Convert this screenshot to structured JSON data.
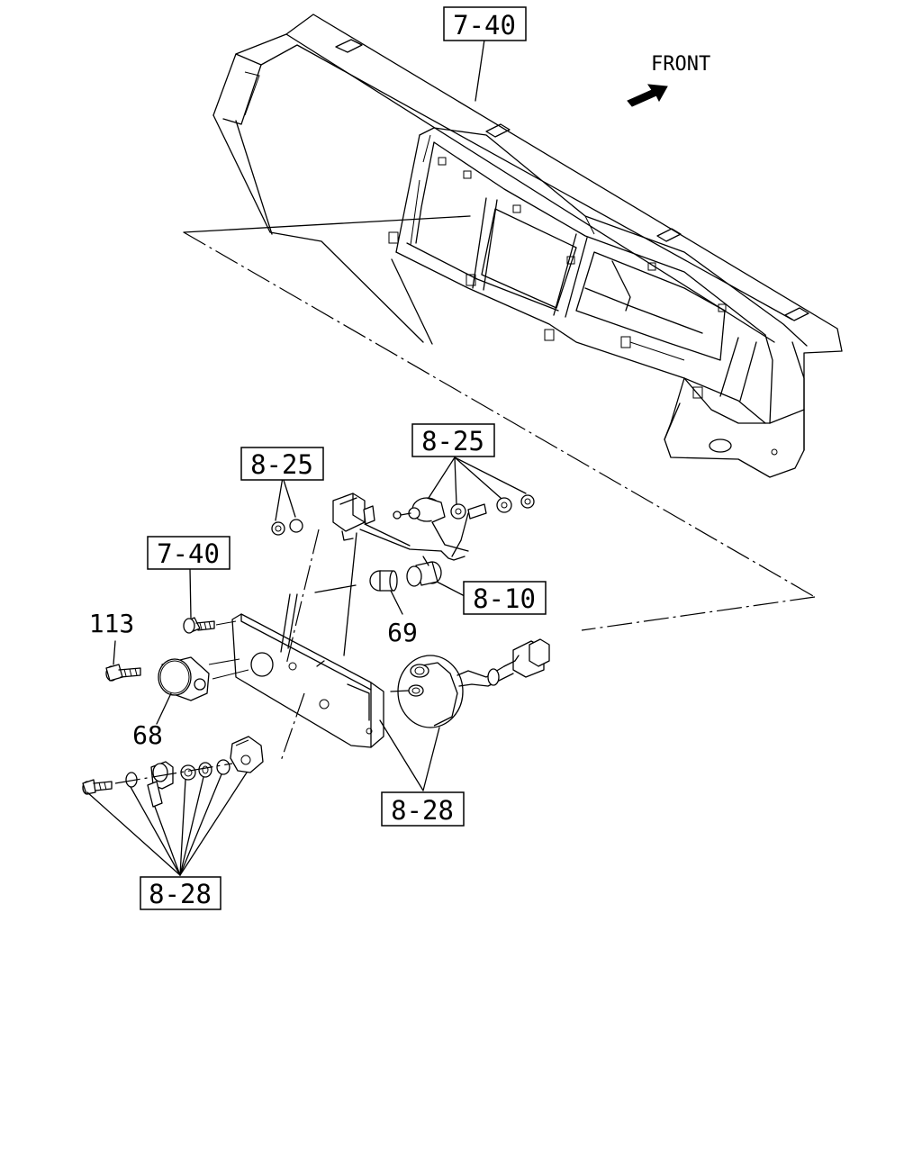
{
  "front_label": "FRONT",
  "refs": {
    "dashboard": "7-40",
    "nuts_upper_left": "8-25",
    "nuts_upper_right": "8-25",
    "bolt_ref": "7-40",
    "bulb_ref": "8-10",
    "horn_ref": "8-28",
    "bottom_ref": "8-28"
  },
  "parts": {
    "screw": "113",
    "switch": "68",
    "bulb": "69"
  }
}
